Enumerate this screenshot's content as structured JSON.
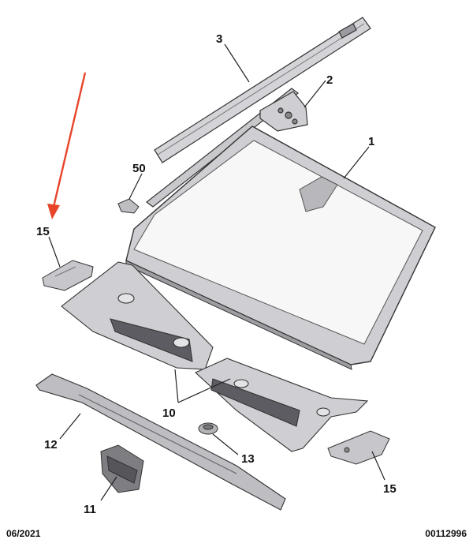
{
  "callouts": {
    "c1": "1",
    "c2": "2",
    "c3": "3",
    "c50": "50",
    "c15a": "15",
    "c10": "10",
    "c12": "12",
    "c13": "13",
    "c11": "11",
    "c15b": "15"
  },
  "footer": {
    "date": "06/2021",
    "reference": "00112996"
  },
  "colors": {
    "arrow": "#e8442a",
    "line": "#222222",
    "part_fill": "#d9d9dc",
    "part_dark": "#8a8a90",
    "glass": "#f7f7f8"
  }
}
